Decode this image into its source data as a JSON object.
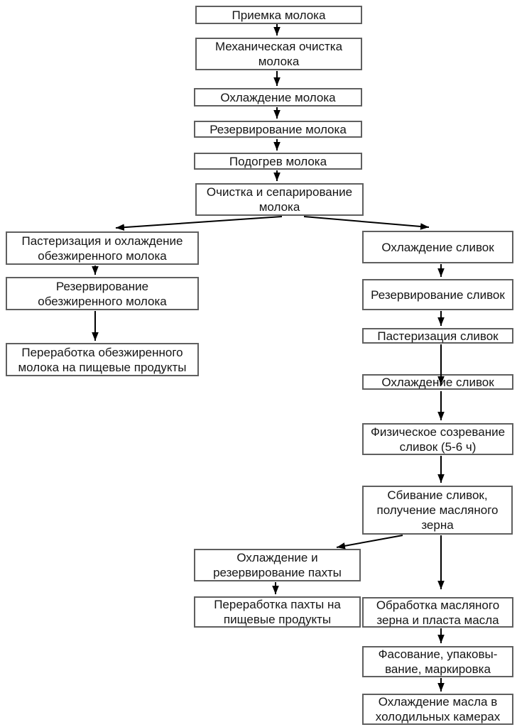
{
  "diagram": {
    "language": "ru",
    "colors": {
      "background": "#ffffff",
      "box_border": "#5f5f5f",
      "arrow": "#000000",
      "text": "#151515"
    },
    "nodes": {
      "priemka": {
        "label": "Приемка молока"
      },
      "mehanicheskaya_ochistka": {
        "label": "Механическая очистка\nмолока"
      },
      "ohlazhdenie_moloka": {
        "label": "Охлаждение молока"
      },
      "rezervirovanie_moloka": {
        "label": "Резервирование молока"
      },
      "podogrev_moloka": {
        "label": "Подогрев молока"
      },
      "ochistka_separirovanie": {
        "label": "Очистка и сепарирование\nмолока"
      },
      "pasterizaciya_obezzhirennogo": {
        "label": "Пастеризация и охлаждение\nобезжиренного молока"
      },
      "rezervirovanie_obezzhirennogo": {
        "label": "Резервирование\nобезжиренного молока"
      },
      "pererabotka_obezzhirennogo": {
        "label": "Переработка обезжиренного\nмолока на пищевые продукты"
      },
      "ohlazhdenie_slivok_1": {
        "label": "Охлаждение сливок"
      },
      "rezervirovanie_slivok": {
        "label": "Резервирование сливок"
      },
      "pasterizaciya_slivok": {
        "label": "Пастеризация сливок"
      },
      "ohlazhdenie_slivok_2": {
        "label": "Охлаждение сливок"
      },
      "fizicheskoe_sozrevanie": {
        "label": "Физическое созревание\nсливок (5-6 ч)"
      },
      "sbivanie_slivok": {
        "label": "Сбивание сливок,\nполучение масляного\nзерна"
      },
      "ohlazhdenie_rezervirovanie_pahty": {
        "label": "Охлаждение и\nрезервирование пахты"
      },
      "pererabotka_pahty": {
        "label": "Переработка пахты на\nпищевые продукты"
      },
      "obrabotka_maslyanogo_zerna": {
        "label": "Обработка масляного\nзерна и пласта масла"
      },
      "fasovanie": {
        "label": "Фасование, упаковы-\nвание, маркировка"
      },
      "ohlazhdenie_masla": {
        "label": "Охлаждение масла в\nхолодильных камерах"
      }
    },
    "edges": [
      {
        "from": "priemka",
        "to": "mehanicheskaya_ochistka"
      },
      {
        "from": "mehanicheskaya_ochistka",
        "to": "ohlazhdenie_moloka"
      },
      {
        "from": "ohlazhdenie_moloka",
        "to": "rezervirovanie_moloka"
      },
      {
        "from": "rezervirovanie_moloka",
        "to": "podogrev_moloka"
      },
      {
        "from": "podogrev_moloka",
        "to": "ochistka_separirovanie"
      },
      {
        "from": "ochistka_separirovanie",
        "to": "pasterizaciya_obezzhirennogo"
      },
      {
        "from": "ochistka_separirovanie",
        "to": "ohlazhdenie_slivok_1"
      },
      {
        "from": "pasterizaciya_obezzhirennogo",
        "to": "rezervirovanie_obezzhirennogo"
      },
      {
        "from": "rezervirovanie_obezzhirennogo",
        "to": "pererabotka_obezzhirennogo"
      },
      {
        "from": "ohlazhdenie_slivok_1",
        "to": "rezervirovanie_slivok"
      },
      {
        "from": "rezervirovanie_slivok",
        "to": "pasterizaciya_slivok"
      },
      {
        "from": "pasterizaciya_slivok",
        "to": "ohlazhdenie_slivok_2"
      },
      {
        "from": "ohlazhdenie_slivok_2",
        "to": "fizicheskoe_sozrevanie"
      },
      {
        "from": "fizicheskoe_sozrevanie",
        "to": "sbivanie_slivok"
      },
      {
        "from": "sbivanie_slivok",
        "to": "ohlazhdenie_rezervirovanie_pahty"
      },
      {
        "from": "sbivanie_slivok",
        "to": "obrabotka_maslyanogo_zerna"
      },
      {
        "from": "ohlazhdenie_rezervirovanie_pahty",
        "to": "pererabotka_pahty"
      },
      {
        "from": "obrabotka_maslyanogo_zerna",
        "to": "fasovanie"
      },
      {
        "from": "fasovanie",
        "to": "ohlazhdenie_masla"
      }
    ]
  }
}
